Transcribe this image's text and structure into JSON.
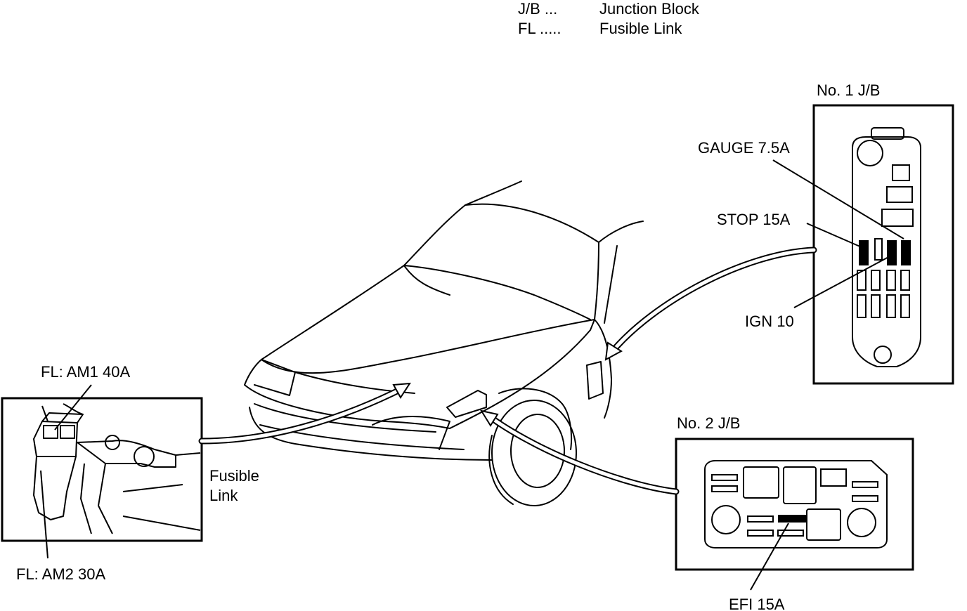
{
  "legend": [
    {
      "abbr": "J/B ...",
      "meaning": "Junction Block"
    },
    {
      "abbr": "FL .....",
      "meaning": "Fusible Link"
    }
  ],
  "jb1": {
    "title": "No. 1 J/B",
    "callouts": {
      "gauge": "GAUGE 7.5A",
      "stop": "STOP 15A",
      "ign": "IGN 10"
    }
  },
  "jb2": {
    "title": "No. 2 J/B",
    "callouts": {
      "efi": "EFI 15A"
    }
  },
  "fusible_link": {
    "am1": "FL:  AM1 40A",
    "am2": "FL:  AM2 30A",
    "label_line1": "Fusible",
    "label_line2": "Link"
  }
}
